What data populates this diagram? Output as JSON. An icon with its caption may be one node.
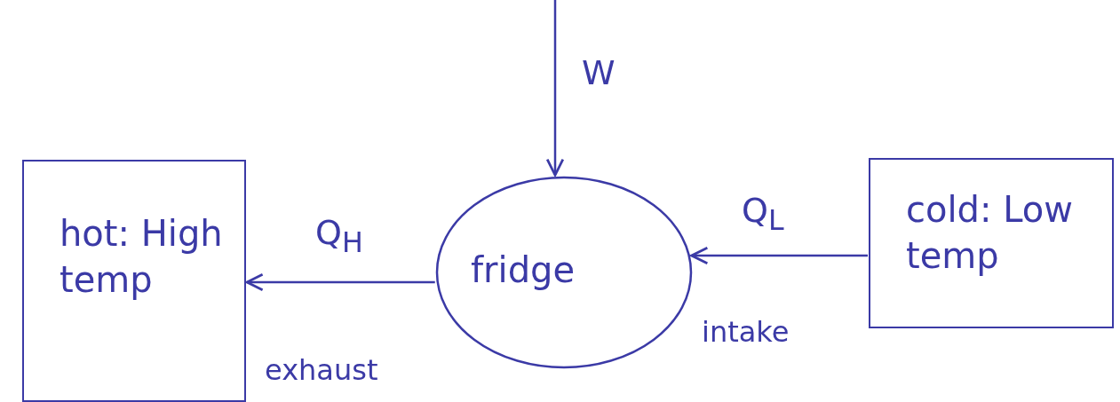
{
  "diagram": {
    "nodes": [
      {
        "text": [
          "hot: High temp"
        ]
      },
      {
        "text": [
          "fridge"
        ]
      },
      {
        "text": [
          "cold: Low temp"
        ]
      }
    ],
    "edges": [
      {
        "from": null,
        "to": 1,
        "arrow": "to",
        "label": "W"
      },
      {
        "from": 1,
        "to": 0,
        "arrow": "to",
        "label": "Q$_{H}$"
      },
      {
        "from": 2,
        "to": 1,
        "arrow": "to",
        "label": "Q$_{L}$"
      }
    ],
    "labels": [
      "exhaust",
      "intake"
    ]
  }
}
